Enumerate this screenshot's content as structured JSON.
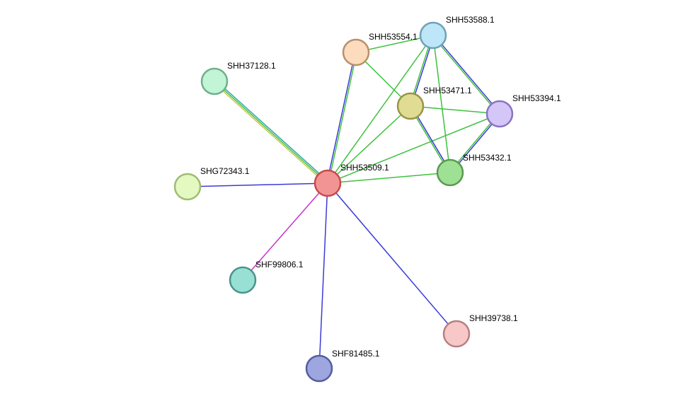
{
  "colors": {
    "edge_blue": "#3b3bd6",
    "edge_green": "#3ec13e",
    "edge_teal": "#2fa4a4",
    "edge_yellow": "#c8c84a",
    "edge_magenta": "#c832c8"
  },
  "nodes": [
    {
      "id": "SHH53509.1",
      "label": "SHH53509.1",
      "fill": "#f39494",
      "stroke": "#c84a4a"
    },
    {
      "id": "SHH53554.1",
      "label": "SHH53554.1",
      "fill": "#fddcbd",
      "stroke": "#b8906a"
    },
    {
      "id": "SHH53588.1",
      "label": "SHH53588.1",
      "fill": "#bde6f8",
      "stroke": "#6fa0b8"
    },
    {
      "id": "SHH37128.1",
      "label": "SHH37128.1",
      "fill": "#c2f4d6",
      "stroke": "#6fb08a"
    },
    {
      "id": "SHH53471.1",
      "label": "SHH53471.1",
      "fill": "#e0dc94",
      "stroke": "#9a9446"
    },
    {
      "id": "SHH53394.1",
      "label": "SHH53394.1",
      "fill": "#d5c6f8",
      "stroke": "#8a74c0"
    },
    {
      "id": "SHH53432.1",
      "label": "SHH53432.1",
      "fill": "#9ee094",
      "stroke": "#5a9a50"
    },
    {
      "id": "SHG72343.1",
      "label": "SHG72343.1",
      "fill": "#e4f8c2",
      "stroke": "#a0bc72"
    },
    {
      "id": "SHF99806.1",
      "label": "SHF99806.1",
      "fill": "#98e0d4",
      "stroke": "#4a948a"
    },
    {
      "id": "SHH39738.1",
      "label": "SHH39738.1",
      "fill": "#f8c8c8",
      "stroke": "#b88080"
    },
    {
      "id": "SHF81485.1",
      "label": "SHF81485.1",
      "fill": "#9ea6e0",
      "stroke": "#525ea0"
    }
  ],
  "edges": [
    {
      "source": "SHH53509.1",
      "target": "SHH37128.1",
      "colors": [
        "edge_yellow",
        "edge_green",
        "edge_teal"
      ]
    },
    {
      "source": "SHH53509.1",
      "target": "SHG72343.1",
      "colors": [
        "edge_blue"
      ]
    },
    {
      "source": "SHH53509.1",
      "target": "SHF99806.1",
      "colors": [
        "edge_magenta"
      ]
    },
    {
      "source": "SHH53509.1",
      "target": "SHF81485.1",
      "colors": [
        "edge_blue"
      ]
    },
    {
      "source": "SHH53509.1",
      "target": "SHH39738.1",
      "colors": [
        "edge_blue"
      ]
    },
    {
      "source": "SHH53509.1",
      "target": "SHH53554.1",
      "colors": [
        "edge_blue",
        "edge_green"
      ]
    },
    {
      "source": "SHH53509.1",
      "target": "SHH53588.1",
      "colors": [
        "edge_green"
      ]
    },
    {
      "source": "SHH53509.1",
      "target": "SHH53471.1",
      "colors": [
        "edge_green"
      ]
    },
    {
      "source": "SHH53509.1",
      "target": "SHH53394.1",
      "colors": [
        "edge_green"
      ]
    },
    {
      "source": "SHH53509.1",
      "target": "SHH53432.1",
      "colors": [
        "edge_green"
      ]
    },
    {
      "source": "SHH53554.1",
      "target": "SHH53588.1",
      "colors": [
        "edge_green"
      ]
    },
    {
      "source": "SHH53554.1",
      "target": "SHH53471.1",
      "colors": [
        "edge_green"
      ]
    },
    {
      "source": "SHH53588.1",
      "target": "SHH53471.1",
      "colors": [
        "edge_blue",
        "edge_green"
      ]
    },
    {
      "source": "SHH53588.1",
      "target": "SHH53394.1",
      "colors": [
        "edge_blue",
        "edge_green"
      ]
    },
    {
      "source": "SHH53588.1",
      "target": "SHH53432.1",
      "colors": [
        "edge_green"
      ]
    },
    {
      "source": "SHH53471.1",
      "target": "SHH53394.1",
      "colors": [
        "edge_green"
      ]
    },
    {
      "source": "SHH53471.1",
      "target": "SHH53432.1",
      "colors": [
        "edge_blue",
        "edge_green"
      ]
    },
    {
      "source": "SHH53394.1",
      "target": "SHH53432.1",
      "colors": [
        "edge_blue",
        "edge_green"
      ]
    }
  ]
}
